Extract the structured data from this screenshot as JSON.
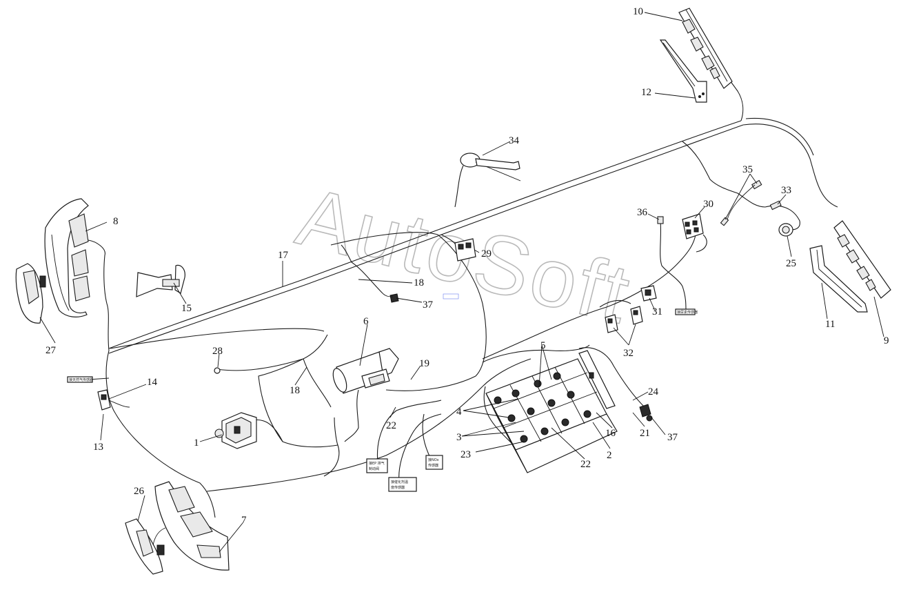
{
  "watermark": "AutoSoft",
  "tags": {
    "left_harness_label": "接天然气传感器",
    "right_connector_label": "接尿素传感器",
    "valve_tag_line1": "接EP 排气",
    "valve_tag_line2": "制动阀",
    "nox_tag_line1": "接NOx",
    "nox_tag_line2": "传感器",
    "temp_tag_line1": "接催化剂温",
    "temp_tag_line2": "度传感器",
    "blue_mark": " "
  },
  "callouts": {
    "c1": "1",
    "c2": "2",
    "c3a": "3",
    "c4": "4",
    "c5": "5",
    "c6": "6",
    "c7": "7",
    "c8": "8",
    "c9": "9",
    "c10": "10",
    "c11": "11",
    "c12": "12",
    "c13": "13",
    "c14": "14",
    "c15": "15",
    "c16": "16",
    "c17": "17",
    "c18a": "18",
    "c18b": "18",
    "c19": "19",
    "c21": "21",
    "c22a": "22",
    "c22b": "22",
    "c23": "23",
    "c24": "24",
    "c25": "25",
    "c26": "26",
    "c27": "27",
    "c28": "28",
    "c29": "29",
    "c30": "30",
    "c31": "31",
    "c32": "32",
    "c33": "33",
    "c34": "34",
    "c35": "35",
    "c36": "36",
    "c37a": "37",
    "c37b": "37"
  }
}
